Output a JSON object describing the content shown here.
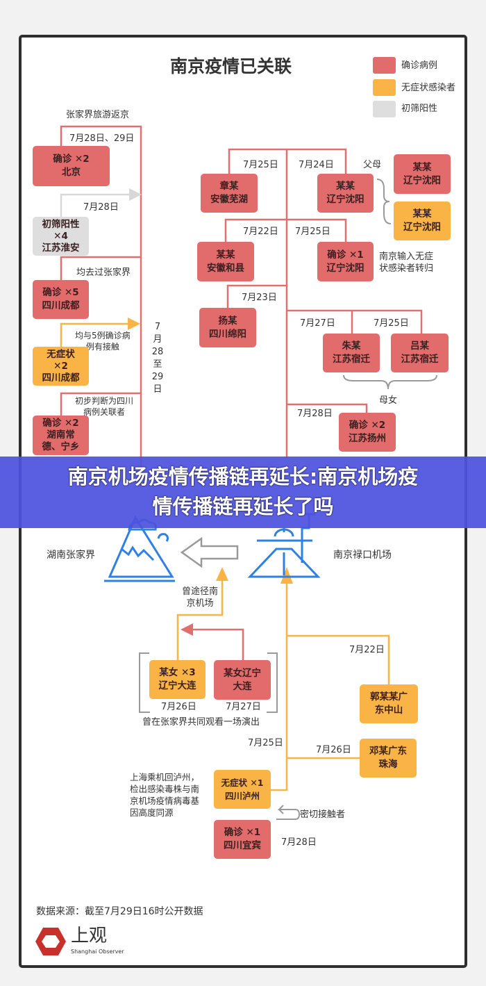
{
  "title": "南京疫情已关联",
  "legend": [
    {
      "label": "确诊病例",
      "color": "#e26b6b"
    },
    {
      "label": "无症状感染者",
      "color": "#f9b445"
    },
    {
      "label": "初筛阳性",
      "color": "#dedede"
    }
  ],
  "left": {
    "l1": "张家界旅游返京",
    "d1": "7月28日、29日",
    "b1": "确诊 ✕2\n北京",
    "d2": "7月28日",
    "b2": "初筛阳性\n✕4\n江苏淮安",
    "l3": "均去过张家界",
    "b3": "确诊 ✕5\n四川成都",
    "l4": "均与5例确诊病\n例有接触",
    "b4": "无症状\n✕2\n四川成都",
    "l5": "初步判断为四川\n病例关联者",
    "b5": "确诊 ✕2\n湖南常\n德、宁乡",
    "vdate": "7\n月\n28\n至\n29\n日"
  },
  "center": {
    "d1": "7月25日",
    "b1": "章某\n安徽芜湖",
    "d2": "7月24日",
    "b2": "某某\n辽宁沈阳",
    "parents": "父母",
    "p1": "某某\n辽宁沈阳",
    "p2": "某某\n辽宁沈阳",
    "d3": "7月22日",
    "b3": "某某\n安徽和县",
    "d4": "7月25日",
    "b4": "确诊 ✕1\n辽宁沈阳",
    "n4": "南京输入无症\n状感染者转归",
    "d5": "7月23日",
    "b5": "扬某\n四川绵阳",
    "d6": "7月27日",
    "b6": "朱某\n江苏宿迁",
    "d7": "7月25日",
    "b7": "吕某\n江苏宿迁",
    "mother_daughter": "母女",
    "d8": "7月28日",
    "b8": "确诊 ✕2\n江苏扬州"
  },
  "banner": "南京机场疫情传播链再延长:南京机场疫\n情传播链再延长了吗",
  "places": {
    "zjj": "湖南张家界",
    "airport": "南京禄口机场"
  },
  "bottom": {
    "via": "曾途径南\n京机场",
    "b1": "某女 ✕3\n辽宁大连",
    "d1": "7月26日",
    "b2": "某女辽宁\n大连",
    "d2": "7月27日",
    "show": "曾在张家界共同观看一场演出",
    "d3": "7月22日",
    "b3": "郭某某广\n东中山",
    "d4": "7月26日",
    "b4": "邓某广东\n珠海",
    "d5": "7月25日",
    "note": "上海乘机回泸州，\n检出感染毒株与南\n京机场疫情病毒基\n因高度同源",
    "b5": "无症状 ✕1\n四川泸州",
    "contact": "密切接触者",
    "b6": "确诊 ✕1\n四川宜宾",
    "d6": "7月28日"
  },
  "footer": {
    "source": "数据来源：截至7月29日16时公开数据",
    "logo": "上观",
    "logo_en": "Shanghai Observer"
  }
}
